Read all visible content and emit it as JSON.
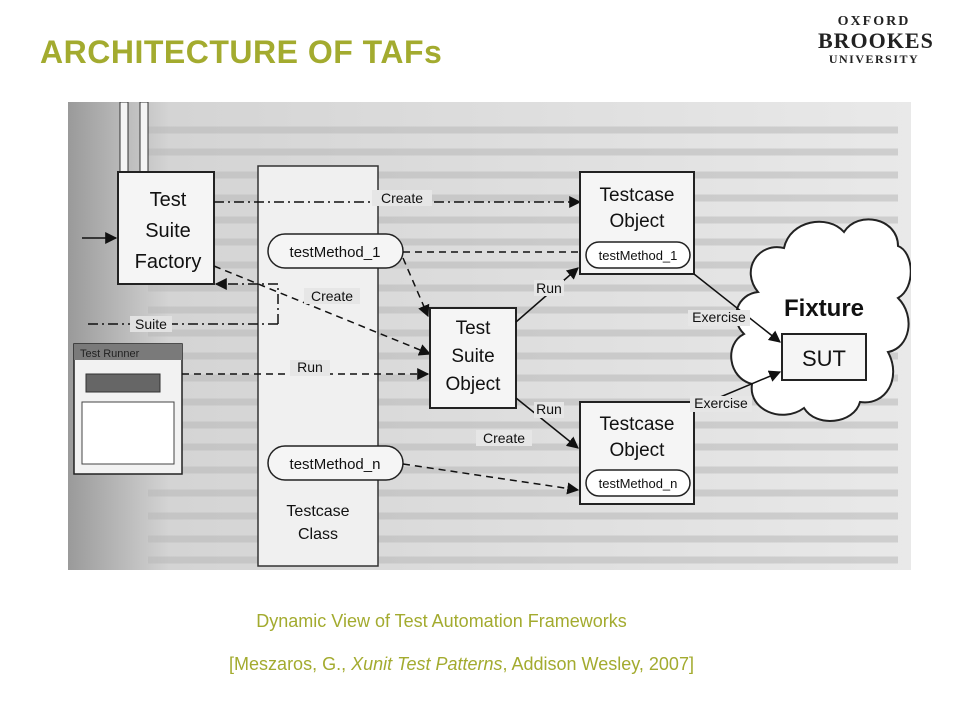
{
  "title": "ARCHITECTURE OF TAFs",
  "accent_color": "#a3ab2f",
  "logo": {
    "line1": "OXFORD",
    "line2": "BROOKES",
    "line3": "UNIVERSITY"
  },
  "diagram": {
    "test_suite_factory": [
      "Test",
      "Suite",
      "Factory"
    ],
    "test_runner": "Test Runner",
    "suite_label": "Suite",
    "run_label": "Run",
    "create_label": "Create",
    "create_top_label": "Create",
    "test_method_1": "testMethod_1",
    "test_method_n": "testMethod_n",
    "testcase_class": [
      "Testcase",
      "Class"
    ],
    "testcase_object_top": [
      "Testcase",
      "Object"
    ],
    "testcase_object_bottom": [
      "Testcase",
      "Object"
    ],
    "testcase_object_top_method": "testMethod_1",
    "testcase_object_bottom_method": "testMethod_n",
    "test_suite_object": [
      "Test",
      "Suite",
      "Object"
    ],
    "run_upper": "Run",
    "run_lower": "Run",
    "create_lower": "Create",
    "exercise_upper": "Exercise",
    "exercise_lower": "Exercise",
    "fixture": "Fixture",
    "sut": "SUT"
  },
  "caption": "Dynamic View of Test  Automation Frameworks",
  "citation": {
    "prefix": "[Meszaros, G., ",
    "book": "Xunit Test Patterns",
    "suffix": ", Addison Wesley, 2007]"
  }
}
